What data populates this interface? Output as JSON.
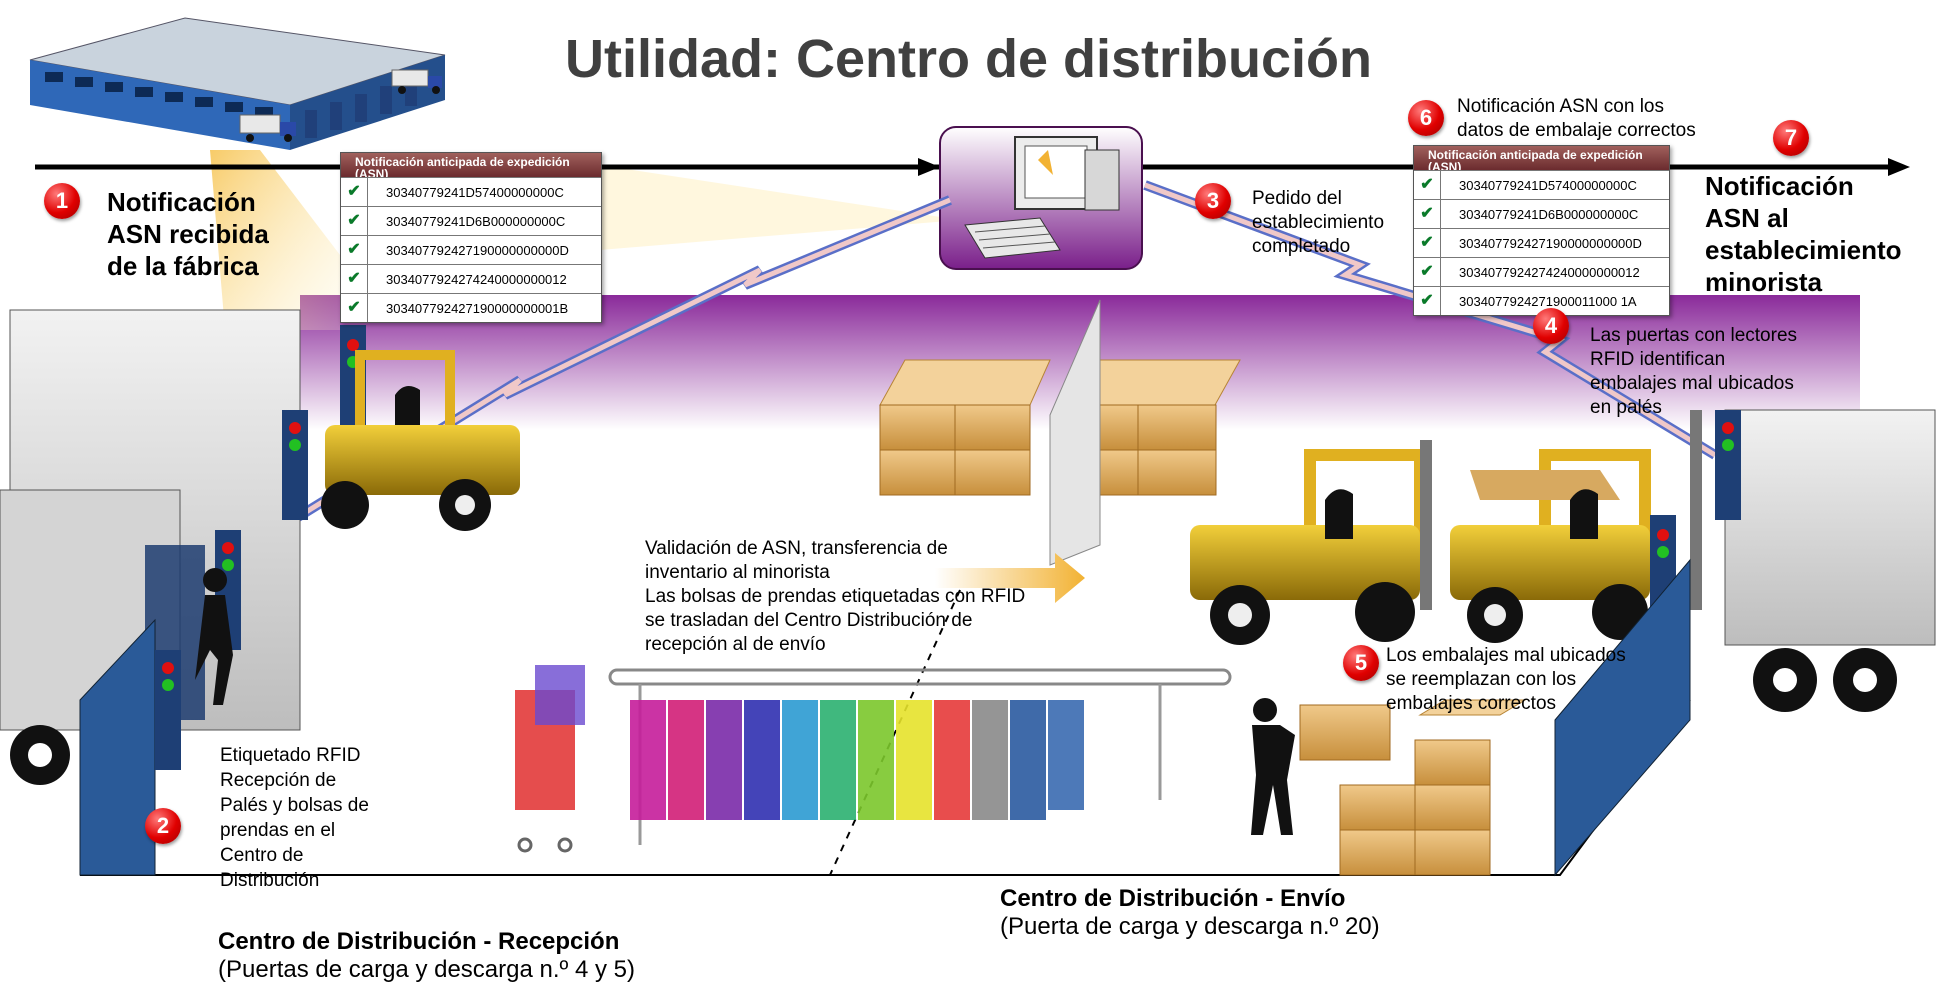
{
  "title": "Utilidad: Centro de distribución",
  "steps": {
    "s1": {
      "num": "1",
      "text_lines": [
        "Notificación",
        "ASN recibida",
        "de la fábrica"
      ]
    },
    "s2": {
      "num": "2",
      "text_lines": [
        "Etiquetado RFID",
        "Recepción de",
        "Palés y bolsas de",
        "prendas en el",
        "Centro de",
        "Distribución"
      ]
    },
    "s3": {
      "num": "3",
      "text_lines": [
        "Pedido del",
        "establecimiento",
        "completado"
      ]
    },
    "s4": {
      "num": "4",
      "text_lines": [
        "Las puertas con lectores",
        "RFID identifican",
        "embalajes mal ubicados",
        "en palés"
      ]
    },
    "s5": {
      "num": "5",
      "text_lines": [
        "Los embalajes mal ubicados",
        "se reemplazan con los",
        "embalajes correctos"
      ]
    },
    "s6": {
      "num": "6",
      "text_lines": [
        "Notificación ASN con los",
        "datos de embalaje correctos"
      ]
    },
    "s7": {
      "num": "7",
      "text_lines": [
        "Notificación",
        "ASN al",
        "establecimiento",
        "minorista"
      ]
    }
  },
  "validation_text": [
    "Validación de ASN, transferencia de",
    "inventario al minorista",
    "Las bolsas de prendas etiquetadas con RFID",
    "se trasladan del Centro Distribución de",
    "recepción al de envío"
  ],
  "asn_left": {
    "header": "Notificación anticipada de expedición (ASN)",
    "rows": [
      "30340779241D57400000000C",
      "30340779241D6B000000000C",
      "303407792427190000000000D",
      "3034077924274240000000012",
      "303407792427190000000001B"
    ]
  },
  "asn_right": {
    "header": "Notificación anticipada de expedición (ASN)",
    "rows": [
      "30340779241D57400000000C",
      "30340779241D6B000000000C",
      "303407792427190000000000D",
      "3034077924274240000000012",
      "3034077924271900011000 1A"
    ]
  },
  "captions": {
    "receiving_title": "Centro de Distribución - Recepción",
    "receiving_sub": "(Puertas de carga y descarga n.º 4 y 5)",
    "shipping_title": "Centro de Distribución - Envío",
    "shipping_sub": "(Puerta de carga y descarga n.º 20)"
  },
  "colors": {
    "accent_purple": "#7a1f8a",
    "badge_red": "#e00000",
    "asn_header": "#7a3a3a",
    "box_tan": "#d9a85a",
    "forklift_yellow": "#e0b020",
    "door_blue": "#1f4f8a"
  },
  "icons": [
    "warehouse-icon",
    "computer-icon",
    "forklift-icon",
    "truck-icon",
    "worker-icon",
    "garment-rack-icon",
    "rfid-reader-icon",
    "box-pallet-icon",
    "checkmark-icon"
  ]
}
